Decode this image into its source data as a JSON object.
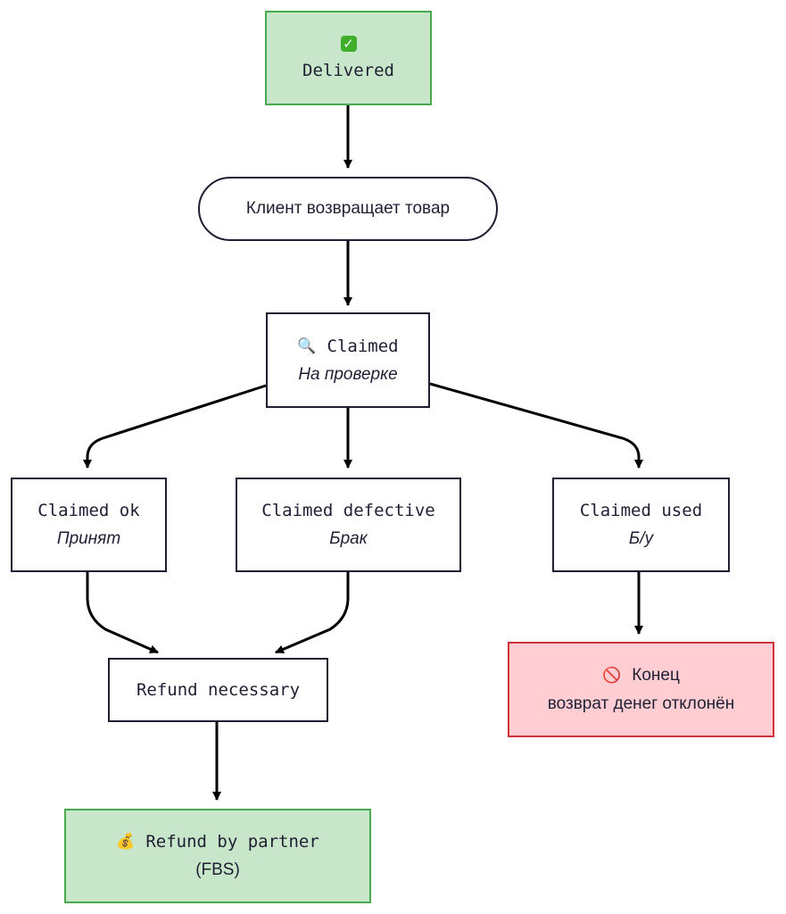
{
  "nodes": {
    "delivered": {
      "icon": "check-icon",
      "label": "Delivered"
    },
    "client_return": {
      "label": "Клиент возвращает товар"
    },
    "claimed": {
      "icon": "magnifier-icon",
      "label": "Claimed",
      "sub": "На проверке"
    },
    "claimed_ok": {
      "label": "Claimed ok",
      "sub": "Принят"
    },
    "claimed_defective": {
      "label": "Claimed defective",
      "sub": "Брак"
    },
    "claimed_used": {
      "label": "Claimed used",
      "sub": "Б/у"
    },
    "refund_necessary": {
      "label": "Refund necessary"
    },
    "end_rejected": {
      "icon": "no-entry-icon",
      "label": "Конец",
      "sub": "возврат денег отклонён"
    },
    "refund_partner": {
      "icon": "money-bag-icon",
      "label": "Refund by partner",
      "sub": "(FBS)"
    }
  },
  "colors": {
    "success_fill": "#c8e6c9",
    "success_border": "#4aa84e",
    "reject_fill": "#ffcdd2",
    "reject_border": "#d0313a",
    "stroke": "#1f1f33"
  }
}
